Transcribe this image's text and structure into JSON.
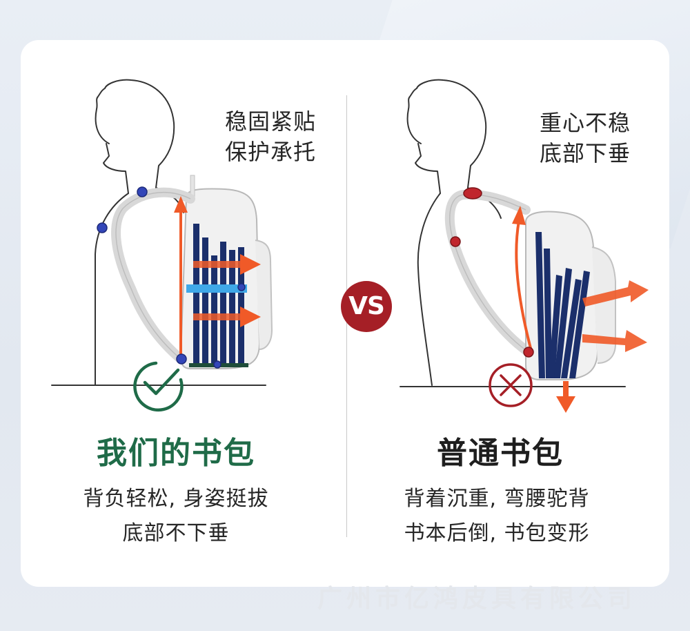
{
  "left": {
    "caption_lines": [
      "稳固紧贴",
      "保护承托"
    ],
    "title": "我们的书包",
    "desc_lines": [
      "背负轻松, 身姿挺拔",
      "底部不下垂"
    ],
    "status_icon": "check-circle-icon",
    "accent": "#1f6b48"
  },
  "vs_label": "VS",
  "right": {
    "caption_lines": [
      "重心不稳",
      "底部下垂"
    ],
    "title": "普通书包",
    "desc_lines": [
      "背着沉重, 弯腰驼背",
      "书本后倒, 书包变形"
    ],
    "status_icon": "cross-circle-icon",
    "accent": "#a51f26"
  },
  "watermark": "广州市亿鸿皮具有限公司",
  "colors": {
    "arrow": "#f05a28",
    "books": "#1b2f6b",
    "strap_band": "#3fa8e8",
    "check": "#1f6b48",
    "cross": "#a51f26"
  }
}
